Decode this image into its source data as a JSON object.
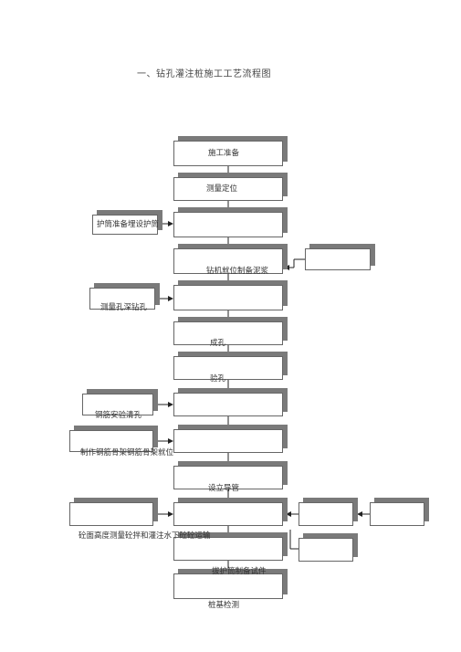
{
  "title": "一、钻孔灌注桩施工工艺流程图",
  "steps": {
    "s1": "施工准备",
    "s2": "测量定位",
    "s3": "护筒准备埋设护筒",
    "s4": "钻机就位制备泥浆",
    "s5": "测量孔深钻孔",
    "s6": "成孔",
    "s7": "验孔",
    "s8": "钢筋安验清孔",
    "s9": "制作钢筋骨架钢筋骨架就位",
    "s10": "设立导管",
    "s11": "砼面高度测量砼拌和灌注水下砼砼运输",
    "s12": "拔护筒制备试件",
    "s13": "桩基检测"
  }
}
